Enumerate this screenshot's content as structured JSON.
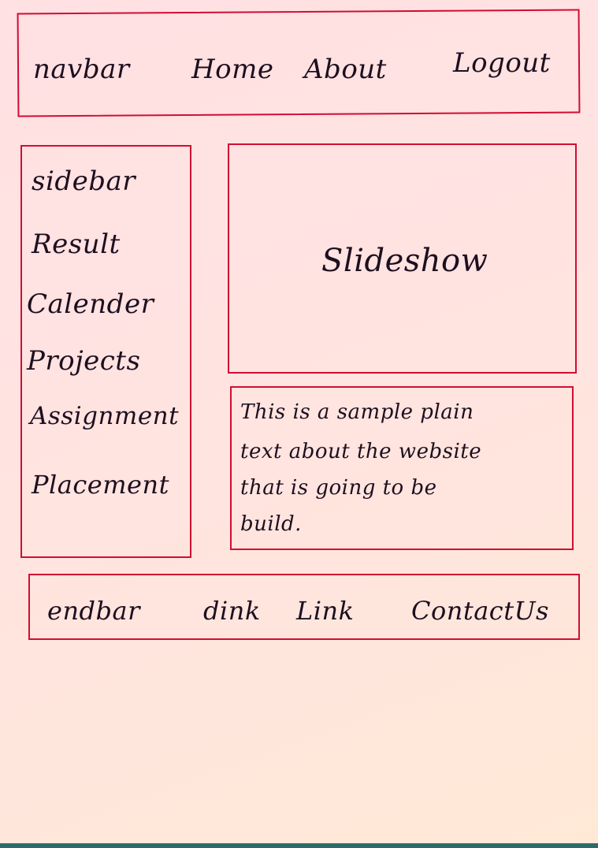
{
  "navbar": {
    "title": "navbar",
    "items": [
      "Home",
      "About",
      "Logout"
    ]
  },
  "sidebar": {
    "title": "sidebar",
    "items": [
      "Result",
      "Calender",
      "Projects",
      "Assignment",
      "Placement"
    ]
  },
  "slideshow": {
    "label": "Slideshow"
  },
  "text_block": {
    "lines": [
      "This is a sample plain",
      "text about the website",
      "that is going to be",
      "build."
    ]
  },
  "endbar": {
    "title": "endbar",
    "items": [
      "dink",
      "Link",
      "ContactUs"
    ]
  },
  "colors": {
    "box_border": "#d10d32",
    "ink": "#1e0f1f",
    "paper": "#ffe3e1"
  }
}
